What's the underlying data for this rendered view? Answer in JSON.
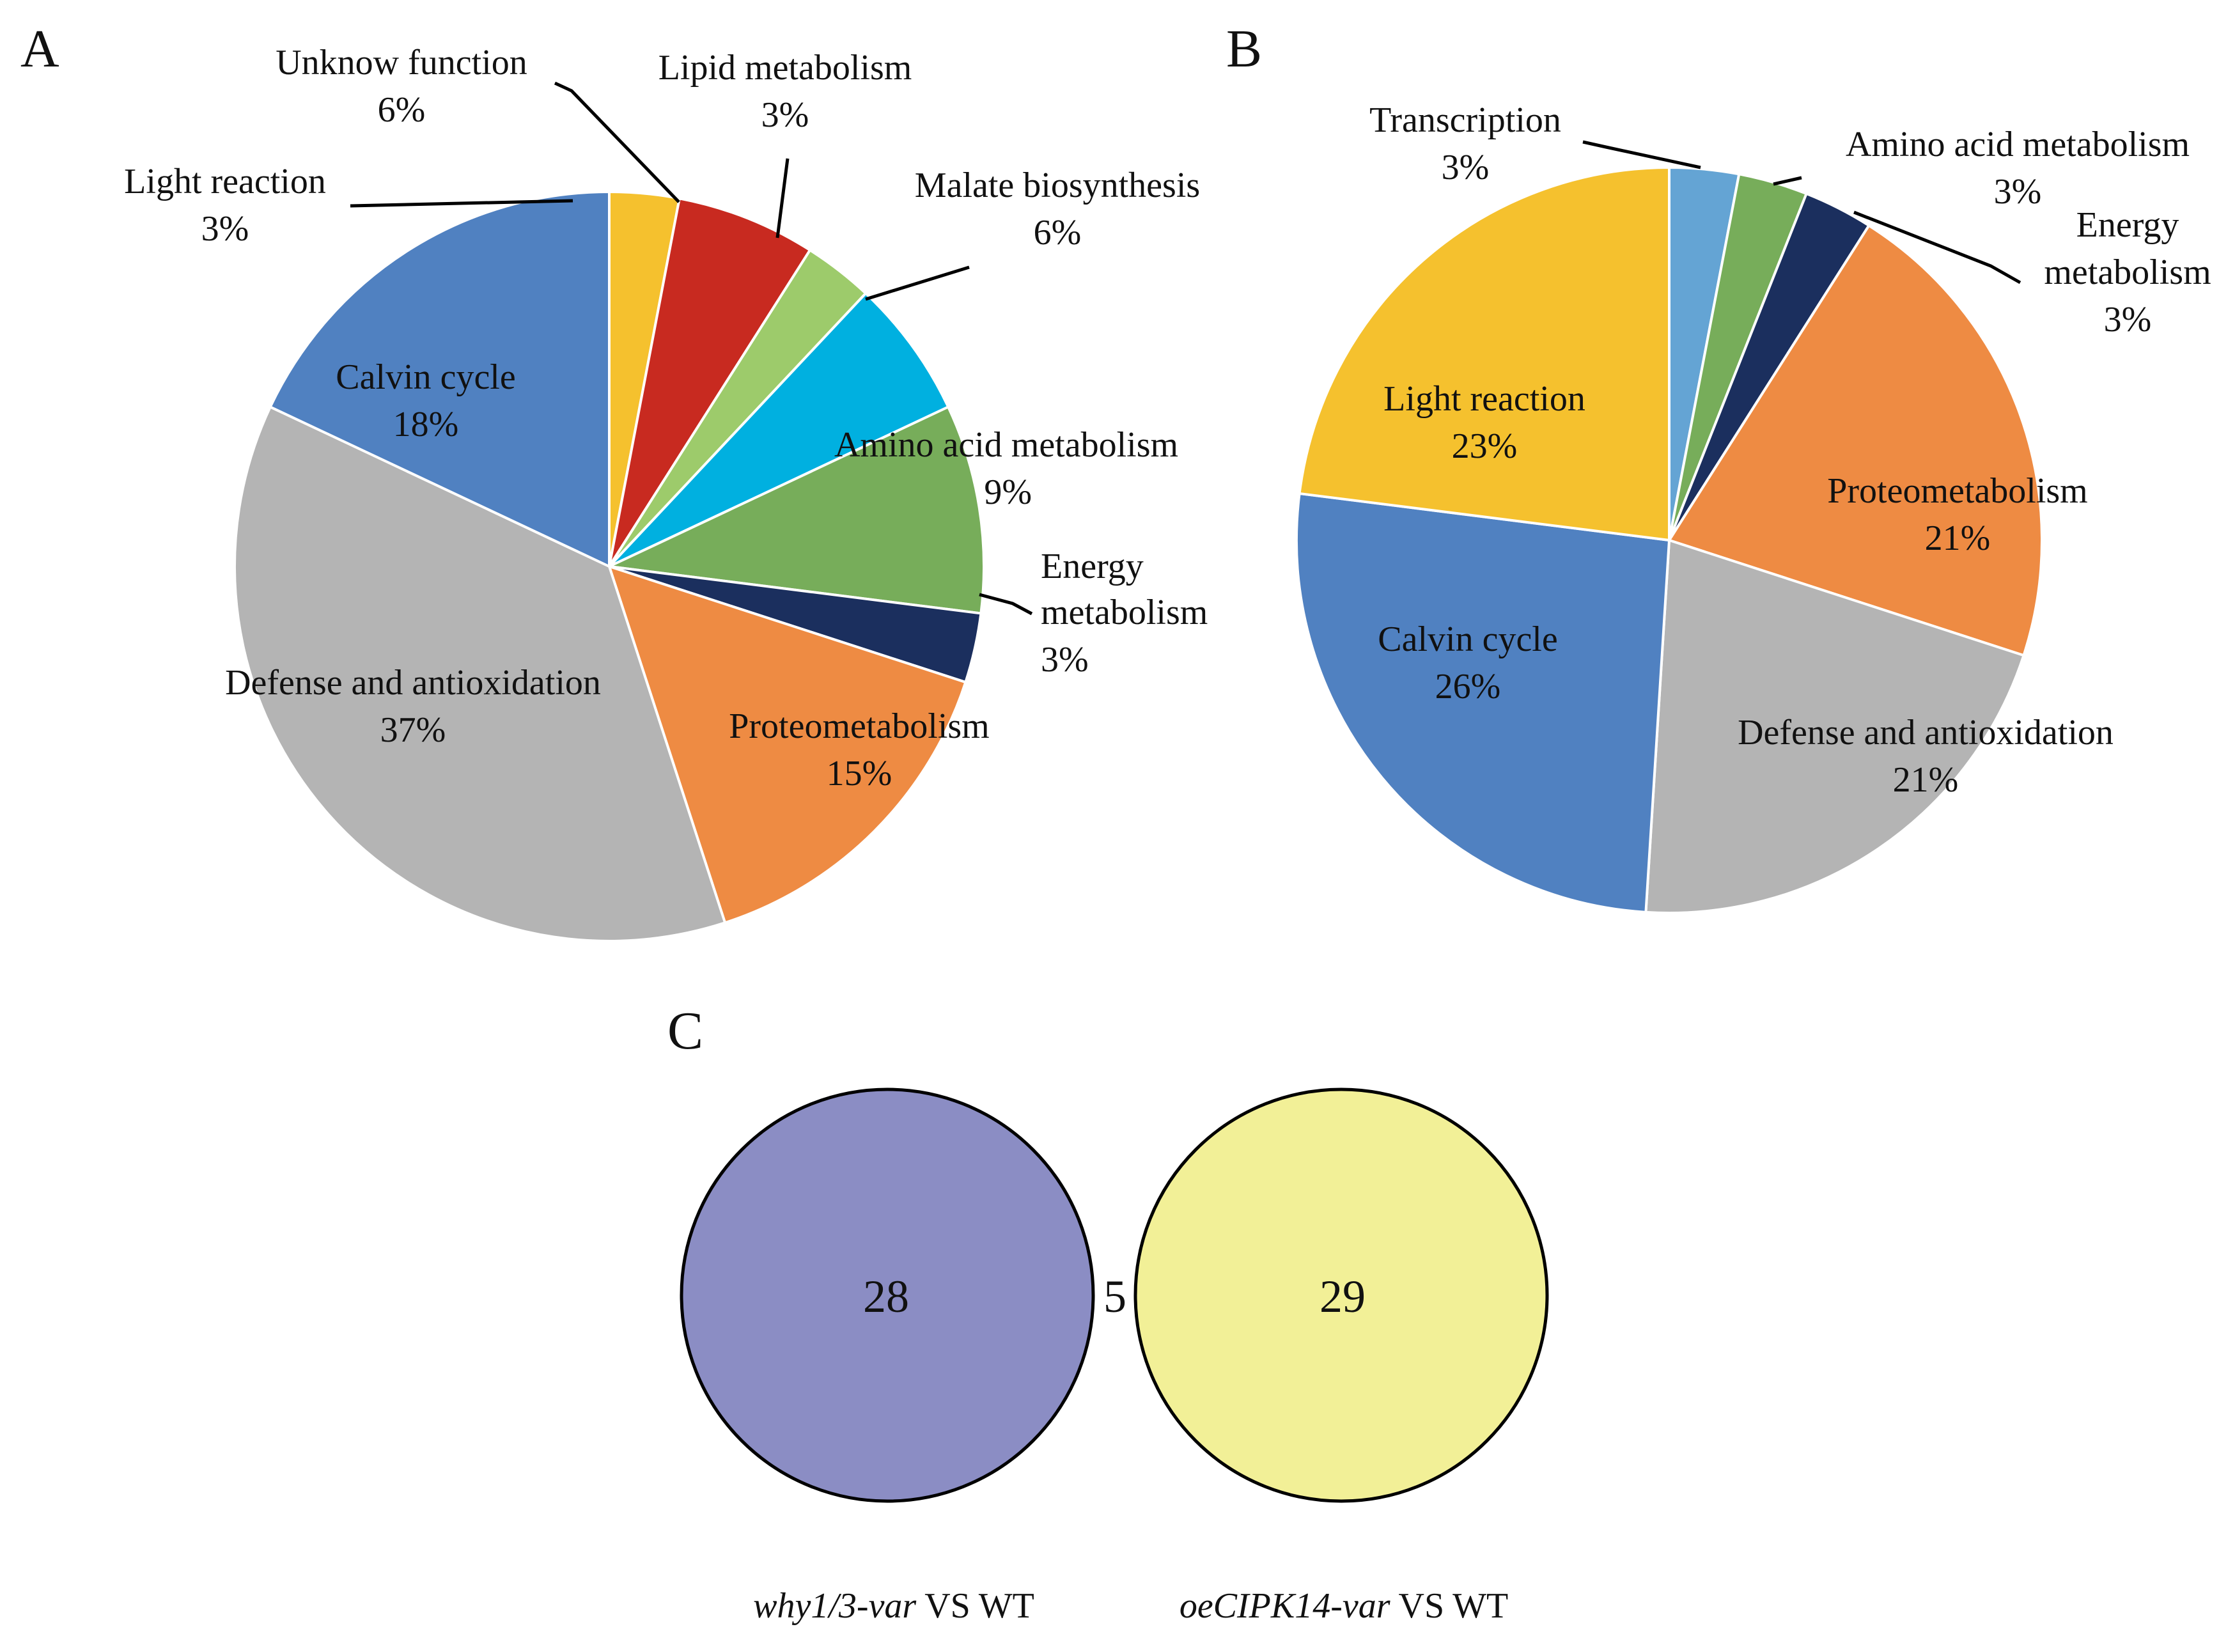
{
  "panels": {
    "a": {
      "letter": "A"
    },
    "b": {
      "letter": "B"
    },
    "c": {
      "letter": "C"
    }
  },
  "chart_data": [
    {
      "type": "pie",
      "panel": "A",
      "title": "",
      "slices": [
        {
          "name": "Light reaction",
          "value": 3,
          "label": "3%",
          "color": "#F5C12E"
        },
        {
          "name": "Unknow function",
          "value": 6,
          "label": "6%",
          "color": "#C82A20"
        },
        {
          "name": "Lipid metabolism",
          "value": 3,
          "label": "3%",
          "color": "#9DCB6B"
        },
        {
          "name": "Malate biosynthesis",
          "value": 6,
          "label": "6%",
          "color": "#00B0E0"
        },
        {
          "name": "Amino acid metabolism",
          "value": 9,
          "label": "9%",
          "color": "#77AD5A"
        },
        {
          "name": "Energy metabolism",
          "value": 3,
          "label": "3%",
          "color": "#1B2F5E"
        },
        {
          "name": "Proteometabolism",
          "value": 15,
          "label": "15%",
          "color": "#EE8B43"
        },
        {
          "name": "Defense and antioxidation",
          "value": 37,
          "label": "37%",
          "color": "#B4B4B4"
        },
        {
          "name": "Calvin cycle",
          "value": 18,
          "label": "18%",
          "color": "#5081C1"
        }
      ]
    },
    {
      "type": "pie",
      "panel": "B",
      "title": "",
      "slices": [
        {
          "name": "Transcription",
          "value": 3,
          "label": "3%",
          "color": "#64A4D4"
        },
        {
          "name": "Amino acid metabolism",
          "value": 3,
          "label": "3%",
          "color": "#77AD5A"
        },
        {
          "name": "Energy metabolism",
          "value": 3,
          "label": "3%",
          "color": "#1B2F5E"
        },
        {
          "name": "Proteometabolism",
          "value": 21,
          "label": "21%",
          "color": "#EE8B43"
        },
        {
          "name": "Defense and antioxidation",
          "value": 21,
          "label": "21%",
          "color": "#B4B4B4"
        },
        {
          "name": "Calvin cycle",
          "value": 26,
          "label": "26%",
          "color": "#5081C1"
        },
        {
          "name": "Light reaction",
          "value": 23,
          "label": "23%",
          "color": "#F5C12E"
        }
      ]
    },
    {
      "type": "venn",
      "panel": "C",
      "sets": [
        {
          "name": "why1/3-var",
          "suffix": " VS WT",
          "only": 28,
          "color": "#8B8DC4"
        },
        {
          "name": "oeCIPK14-var",
          "suffix": " VS WT",
          "only": 29,
          "color": "#F2F097"
        }
      ],
      "overlap": 5,
      "overlap_color": "#C8C697"
    }
  ]
}
